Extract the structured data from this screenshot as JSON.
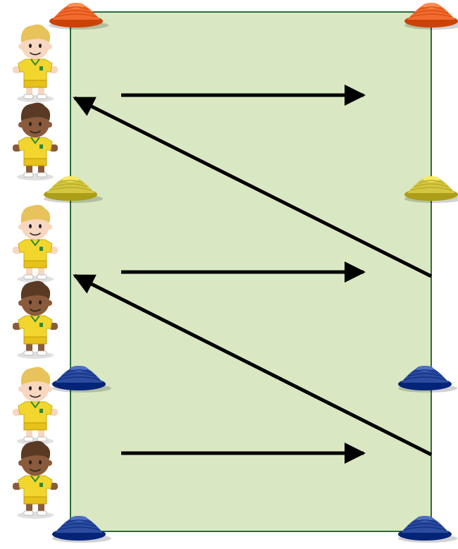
{
  "colors": {
    "pitch_fill": "#d9e8c2",
    "pitch_border": "#2e6b3a",
    "arrow": "#000000",
    "cone_top": "#f26a2e",
    "cone_middle": "#d4c640",
    "cone_bottom": "#2c4ca0",
    "jersey": "#f2d62e",
    "jersey_trim": "#2f8a3a",
    "shorts": "#e6c21a",
    "skin_light": "#f7d7c0",
    "skin_dark": "#8a5a3c",
    "hair_blonde": "#e8c25a",
    "hair_brown": "#5a3a24"
  },
  "diagram": {
    "pitch": {
      "icon": "grass-pitch"
    },
    "cones": [
      {
        "name": "cone-top-left",
        "color": "cone_top"
      },
      {
        "name": "cone-top-right",
        "color": "cone_top"
      },
      {
        "name": "cone-middle-left",
        "color": "cone_middle"
      },
      {
        "name": "cone-middle-right",
        "color": "cone_middle"
      },
      {
        "name": "cone-lower-left",
        "color": "cone_bottom"
      },
      {
        "name": "cone-lower-right",
        "color": "cone_bottom"
      },
      {
        "name": "cone-bottom-left",
        "color": "cone_bottom"
      },
      {
        "name": "cone-bottom-right",
        "color": "cone_bottom"
      }
    ],
    "players": [
      {
        "name": "player-1",
        "skin": "skin_light",
        "hair": "hair_blonde"
      },
      {
        "name": "player-2",
        "skin": "skin_dark",
        "hair": "hair_brown"
      },
      {
        "name": "player-3",
        "skin": "skin_light",
        "hair": "hair_blonde"
      },
      {
        "name": "player-4",
        "skin": "skin_dark",
        "hair": "hair_brown"
      },
      {
        "name": "player-5",
        "skin": "skin_light",
        "hair": "hair_blonde"
      },
      {
        "name": "player-6",
        "skin": "skin_dark",
        "hair": "hair_brown"
      }
    ],
    "arrows": [
      {
        "name": "run-arrow-1",
        "kind": "run"
      },
      {
        "name": "return-arrow-1",
        "kind": "return"
      },
      {
        "name": "run-arrow-2",
        "kind": "run"
      },
      {
        "name": "return-arrow-2",
        "kind": "return"
      },
      {
        "name": "run-arrow-3",
        "kind": "run"
      }
    ]
  }
}
